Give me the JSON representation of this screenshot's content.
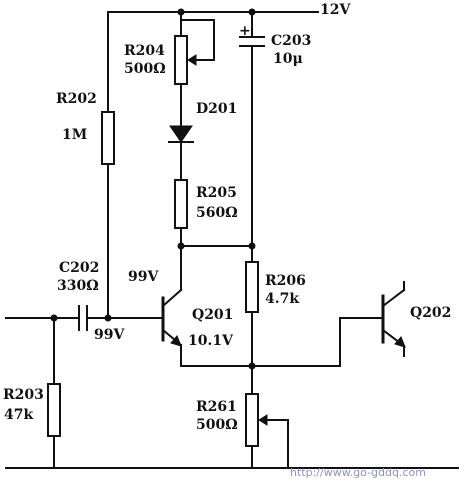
{
  "supply": {
    "label": "12V"
  },
  "components": {
    "r204": {
      "name": "R204",
      "value": "500Ω"
    },
    "c203": {
      "name": "C203",
      "value": "10μ",
      "polarity": "+"
    },
    "r202": {
      "name": "R202",
      "value": "1M"
    },
    "d201": {
      "name": "D201"
    },
    "r205": {
      "name": "R205",
      "value": "560Ω"
    },
    "c202": {
      "name": "C202",
      "value": "330Ω"
    },
    "r206": {
      "name": "R206",
      "value": "4.7k"
    },
    "q201": {
      "name": "Q201",
      "emitter_voltage": "10.1V"
    },
    "q202": {
      "name": "Q202"
    },
    "r203": {
      "name": "R203",
      "value": "47k"
    },
    "r261": {
      "name": "R261",
      "value": "500Ω"
    }
  },
  "voltages": {
    "collector": "99V",
    "base": "99V"
  },
  "watermark": "http://www.go-gddq.com"
}
